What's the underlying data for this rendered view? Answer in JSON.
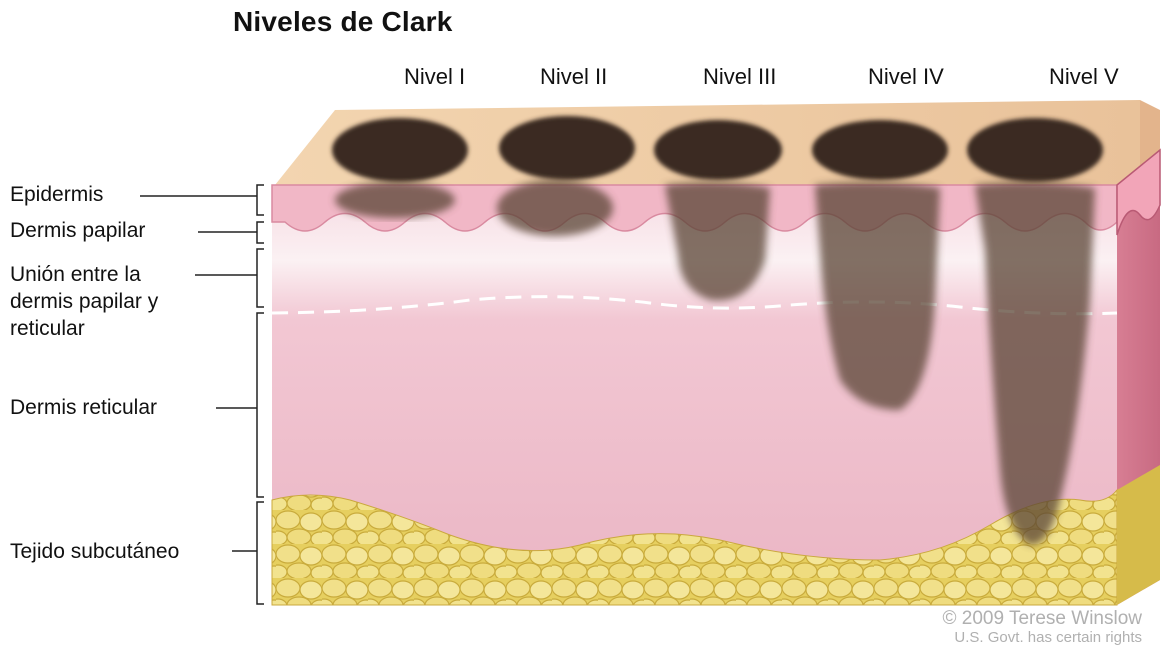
{
  "title": "Niveles de Clark",
  "levels": [
    "Nivel I",
    "Nivel II",
    "Nivel III",
    "Nivel IV",
    "Nivel V"
  ],
  "layers": {
    "epidermis": "Epidermis",
    "papillary_dermis": "Dermis papilar",
    "junction": [
      "Unión entre la",
      "dermis papilar y",
      "reticular"
    ],
    "reticular_dermis": "Dermis reticular",
    "subcutaneous": "Tejido subcutáneo"
  },
  "credit": {
    "line1": "© 2009 Terese Winslow",
    "line2": "U.S. Govt. has certain rights"
  },
  "colors": {
    "skin_top": "#f1cfa8",
    "epidermis": "#f3bfcb",
    "dermis": "#efb9c8",
    "fat": "#e9d66a",
    "melanoma": "#3b2c22"
  }
}
